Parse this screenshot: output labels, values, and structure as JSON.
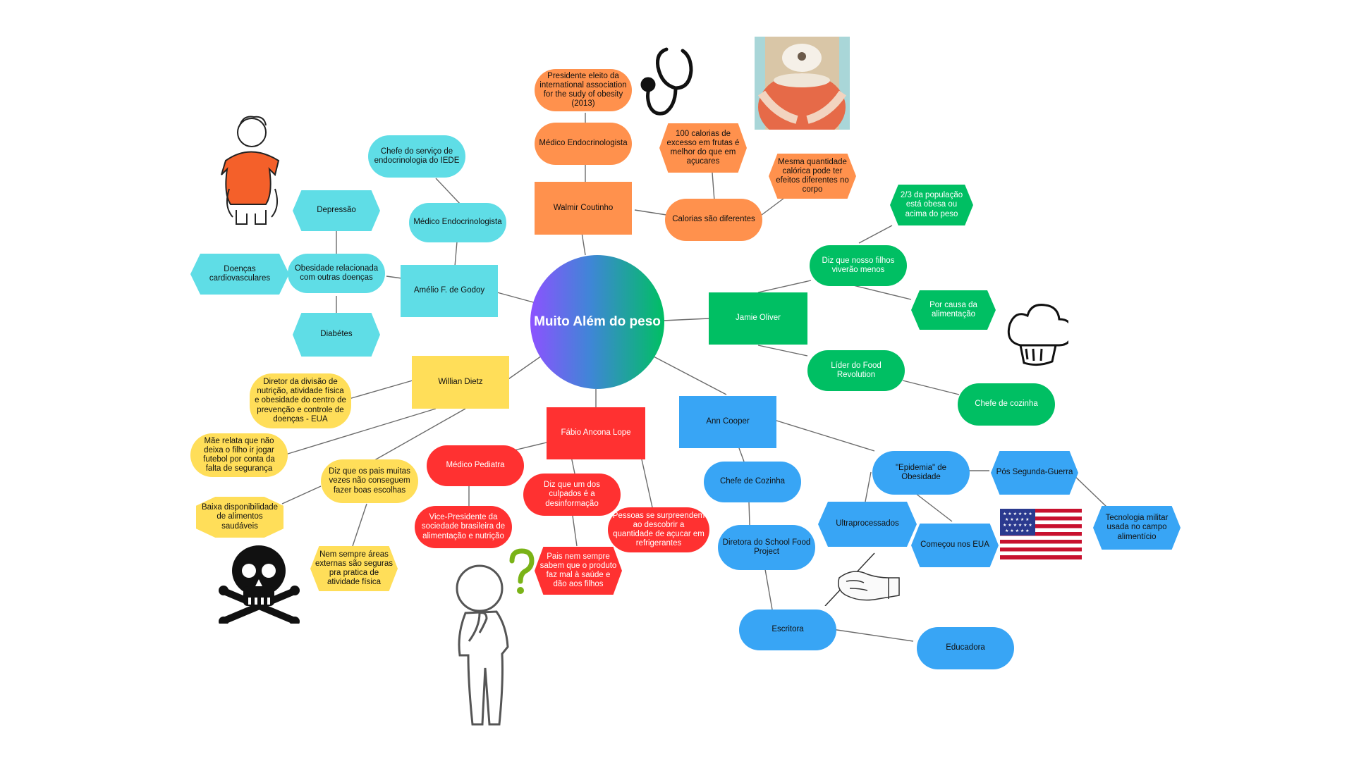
{
  "center": {
    "title": "Muito Além do peso"
  },
  "teal": {
    "chefe_servico": "Chefe do serviço de endocrinologia do IEDE",
    "medico_endo": "Médico Endocrinologista",
    "amelio": "Amélio F. de Godoy",
    "obesidade_doencas": "Obesidade relacionada com outras doenças",
    "depressao": "Depressão",
    "cardio": "Doenças cardiovasculares",
    "diabetes": "Diabétes"
  },
  "orange": {
    "presidente": "Presidente eleito da international association for the sudy of obesity (2013)",
    "medico_endo": "Médico Endocrinologista",
    "walmir": "Walmir Coutinho",
    "calorias_diferentes": "Calorias são diferentes",
    "cem_calorias": "100 calorias de excesso em frutas é melhor do que em açucares",
    "mesma_quantidade": "Mesma quantidade calórica pode ter efeitos diferentes no corpo"
  },
  "green": {
    "jamie": "Jamie Oliver",
    "viverao": "Diz que nosso filhos viverão menos",
    "populacao": "2/3 da população está obesa ou acima do peso",
    "alimentacao": "Por causa da alimentação",
    "lider": "Líder do Food Revolution",
    "chefe_cozinha": "Chefe de cozinha"
  },
  "yellow": {
    "william": "Willian Dietz",
    "diretor": "Diretor da divisão de nutrição, atividade física e obesidade do centro de prevenção e controle de doenças - EUA",
    "mae": "Mãe relata que não deixa o filho ir jogar futebol por conta da falta de segurança",
    "pais_escolhas": "Diz que os pais muitas vezes não conseguem fazer boas escolhas",
    "baixa": "Baixa disponibilidade de alimentos saudáveis",
    "areas": "Nem sempre áreas externas são seguras pra pratica de atividade física"
  },
  "red": {
    "fabio": "Fábio Ancona Lope",
    "pediatra": "Médico Pediatra",
    "vice": "Vice-Presidente da sociedade brasileira de alimentação e nutrição",
    "culpados": "Diz que um dos culpados é a desinformação",
    "pais_sempre": "Pais nem sempre sabem que o produto faz mal à saúde e dão aos filhos",
    "acucar": "Pessoas se surpreendem ao descobrir a quantidade de açucar em refrigerantes"
  },
  "blue": {
    "ann": "Ann Cooper",
    "chefe": "Chefe de Cozinha",
    "diretora": "Diretora do School Food Project",
    "escritora": "Escritora",
    "educadora": "Educadora",
    "epidemia": "\"Epidemia\" de Obesidade",
    "pos_guerra": "Pós Segunda-Guerra",
    "ultra": "Ultraprocessados",
    "eua": "Começou nos EUA",
    "tecnologia": "Tecnologia militar usada no campo alimentício"
  },
  "illustrations": [
    "obese-person-icon",
    "stethoscope-icon",
    "belly-image",
    "chef-hat-icon",
    "skull-crossbones-icon",
    "thinking-person-icon",
    "question-mark-icon",
    "usa-flag-icon",
    "writing-hand-icon"
  ],
  "colors": {
    "teal": "#5fdde6",
    "orange": "#ff914d",
    "green": "#00bf63",
    "yellow": "#ffde59",
    "red": "#ff3131",
    "blue": "#38a5f5"
  }
}
